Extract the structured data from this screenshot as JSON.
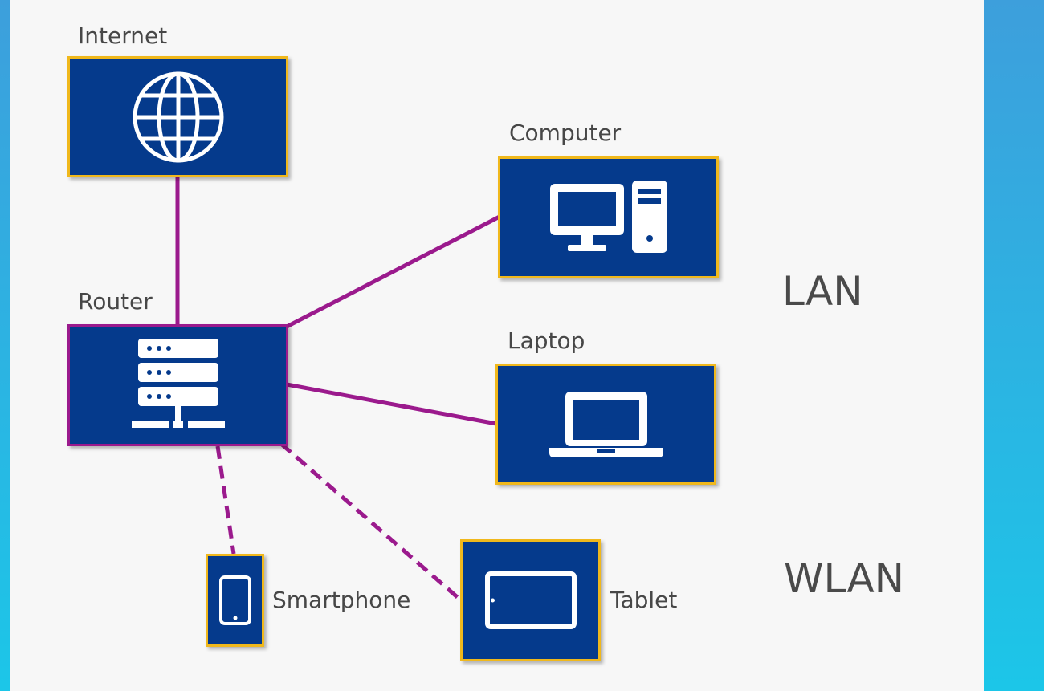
{
  "nodes": {
    "internet": {
      "label": "Internet",
      "icon": "globe-icon"
    },
    "router": {
      "label": "Router",
      "icon": "server-icon"
    },
    "computer": {
      "label": "Computer",
      "icon": "desktop-computer-icon"
    },
    "laptop": {
      "label": "Laptop",
      "icon": "laptop-icon"
    },
    "smartphone": {
      "label": "Smartphone",
      "icon": "smartphone-icon"
    },
    "tablet": {
      "label": "Tablet",
      "icon": "tablet-icon"
    }
  },
  "zones": {
    "lan": "LAN",
    "wlan": "WLAN"
  },
  "connections": [
    {
      "from": "internet",
      "to": "router",
      "style": "solid"
    },
    {
      "from": "router",
      "to": "computer",
      "style": "solid"
    },
    {
      "from": "router",
      "to": "laptop",
      "style": "solid"
    },
    {
      "from": "router",
      "to": "smartphone",
      "style": "dashed"
    },
    {
      "from": "router",
      "to": "tablet",
      "style": "dashed"
    }
  ],
  "colors": {
    "box_fill": "#053a8c",
    "box_border": "#f0b81c",
    "router_border": "#9b1a8d",
    "link": "#9b1a8d",
    "background": "#f7f7f7",
    "side_gradient": "#1cc6e8"
  }
}
